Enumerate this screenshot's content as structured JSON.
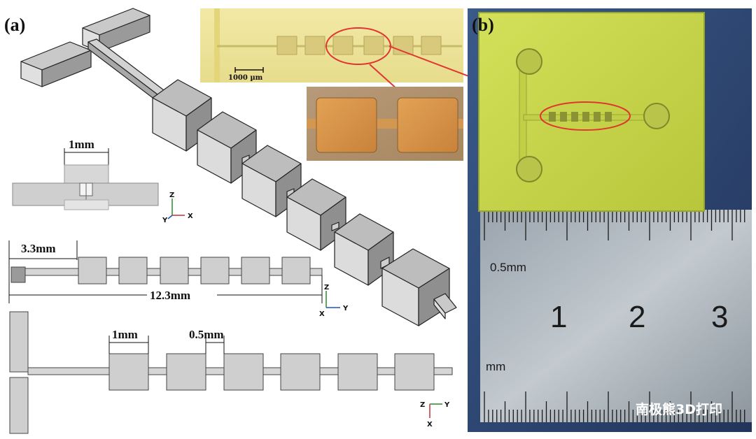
{
  "panel_a": {
    "label": "(a)",
    "dims": {
      "inlet_width": "1mm",
      "offset": "3.3mm",
      "total_length": "12.3mm",
      "chamber_width": "1mm",
      "gap": "0.5mm"
    },
    "axes": {
      "side_view": [
        "Z",
        "Y",
        "X"
      ],
      "front_view": [
        "Z",
        "X",
        "Y"
      ],
      "top_view": [
        "Z",
        "Y",
        "X"
      ]
    },
    "scale_bar": "1000 µm"
  },
  "panel_b": {
    "label": "(b)",
    "ruler_unit_top": "0.5mm",
    "ruler_unit_bottom": "mm",
    "ruler_numbers": [
      "1",
      "2",
      "3"
    ]
  },
  "watermark": "南极熊3D打印",
  "colors": {
    "block_top": "#bdbdbd",
    "block_front": "#d9d9d9",
    "block_side": "#8f8f8f",
    "chip": "#c8d84a",
    "highlight_circle": "#e0362f"
  }
}
